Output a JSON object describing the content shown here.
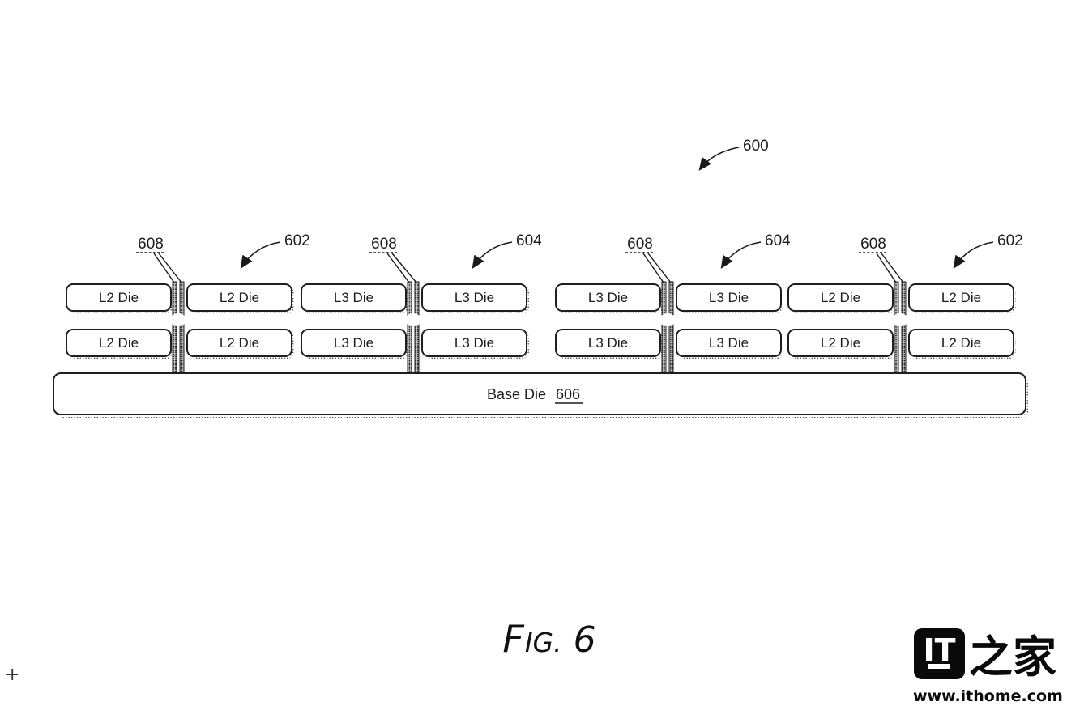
{
  "figure": {
    "main_ref": "600",
    "caption": {
      "lead": "F",
      "small": "IG.",
      "number": "6"
    },
    "base_die": {
      "label": "Base Die",
      "ref": "606"
    },
    "groups": [
      {
        "ref": "602",
        "connector_ref": "608",
        "dies": [
          "L2 Die",
          "L2 Die",
          "L2 Die",
          "L2 Die"
        ]
      },
      {
        "ref": "604",
        "connector_ref": "608",
        "dies": [
          "L3 Die",
          "L3 Die",
          "L3 Die",
          "L3 Die"
        ]
      },
      {
        "ref": "604",
        "connector_ref": "608",
        "dies": [
          "L3 Die",
          "L3 Die",
          "L3 Die",
          "L3 Die"
        ]
      },
      {
        "ref": "602",
        "connector_ref": "608",
        "dies": [
          "L2 Die",
          "L2 Die",
          "L2 Die",
          "L2 Die"
        ]
      }
    ],
    "registration_mark": "+",
    "line_color": "#1a1a1a",
    "fill_color": "#ffffff"
  },
  "watermark": {
    "logo_primary": "IT",
    "logo_secondary": "之家",
    "url": "www.ithome.com",
    "logo_bg": "#0a0a0a"
  }
}
